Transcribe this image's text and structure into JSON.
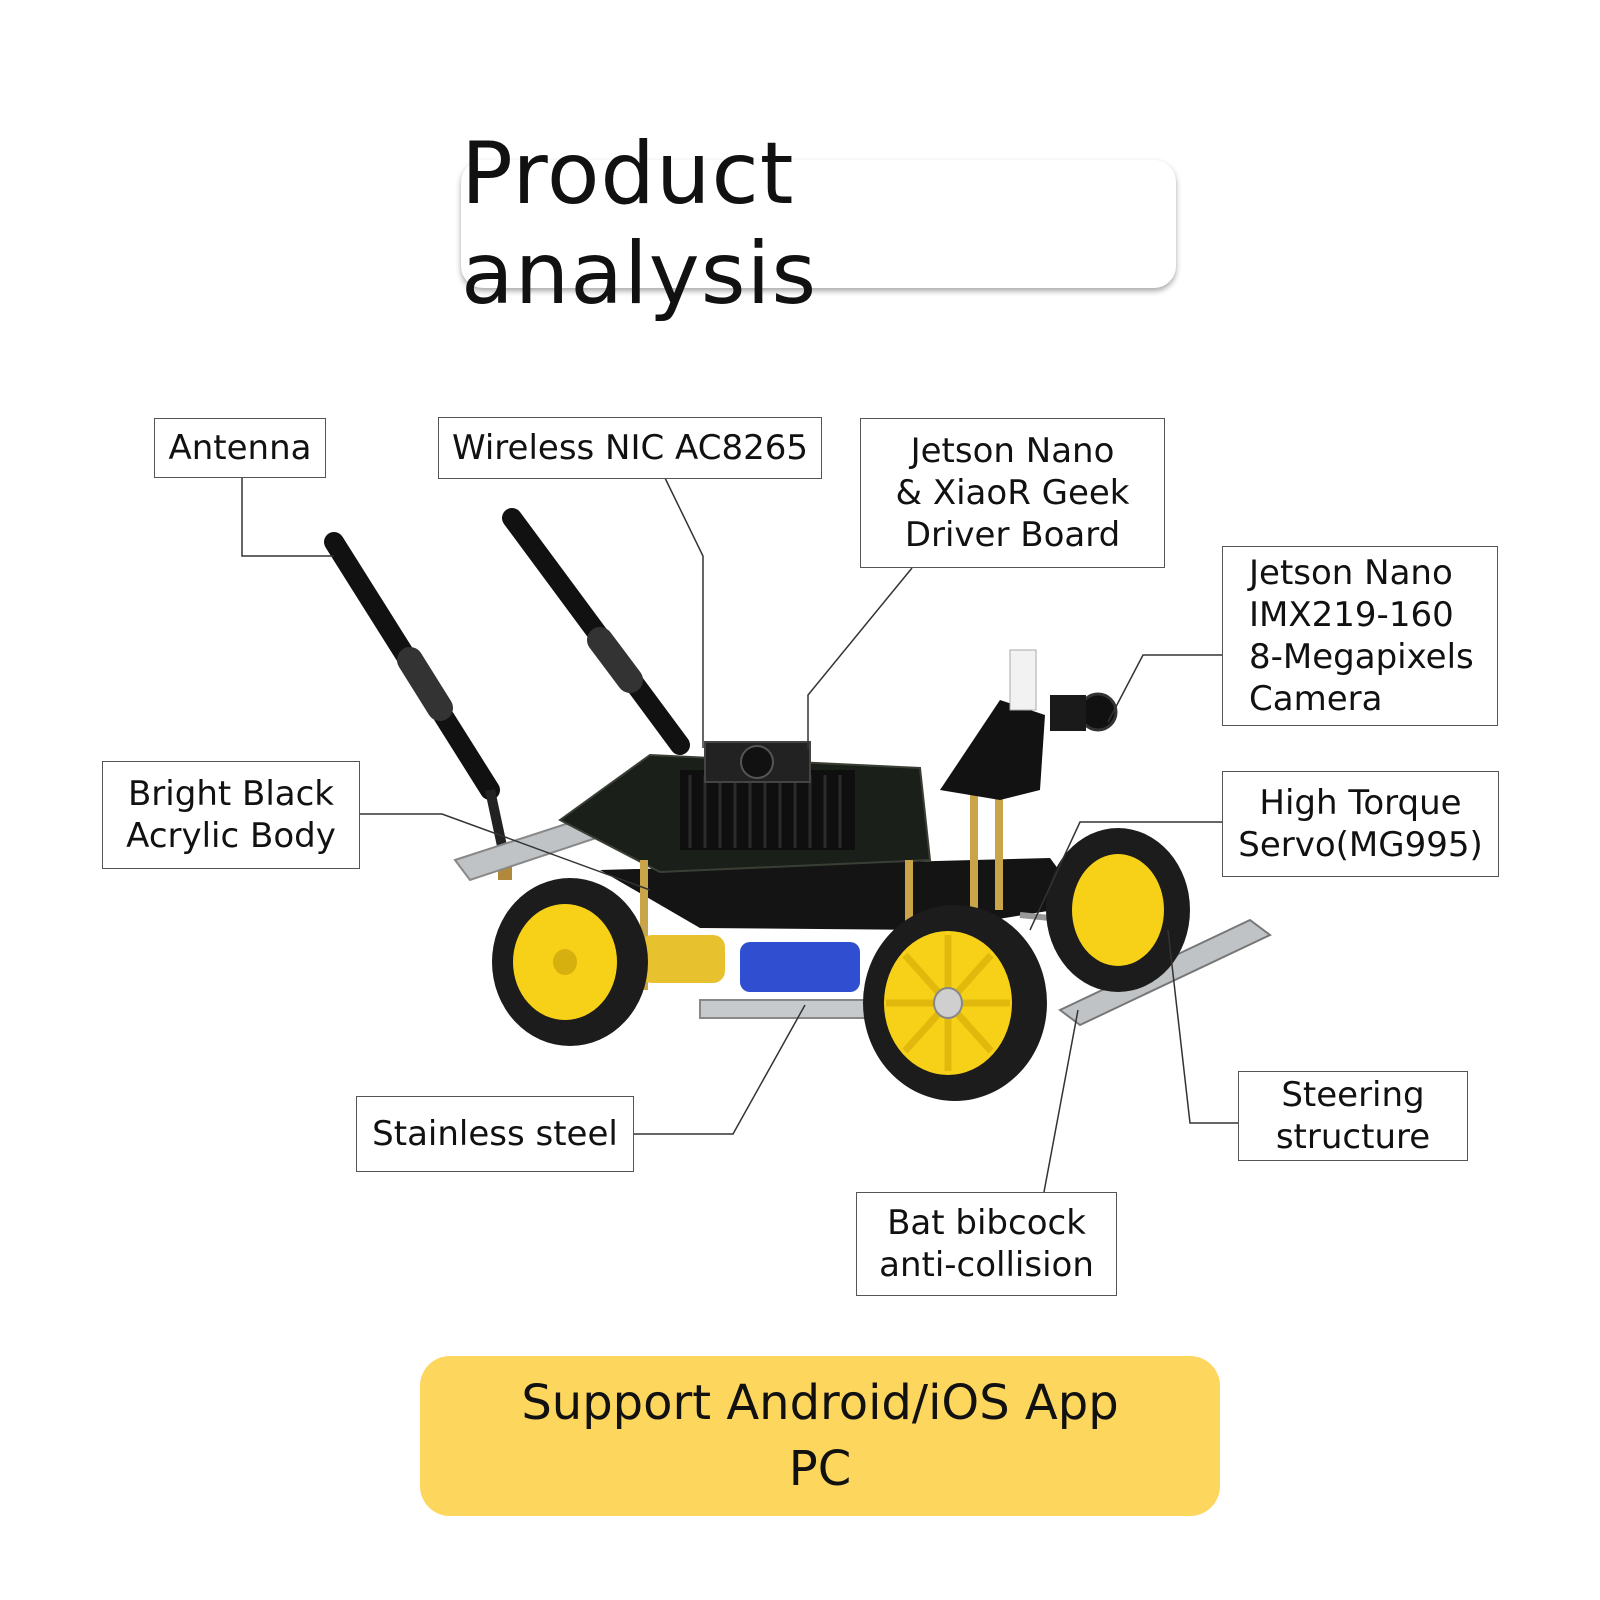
{
  "title": "Product analysis",
  "labels": {
    "antenna": "Antenna",
    "wireless_nic": "Wireless NIC AC8265",
    "jetson_board": "Jetson Nano\n& XiaoR Geek\nDriver Board",
    "camera": "Jetson Nano\nIMX219-160\n8-Megapixels\nCamera",
    "acrylic_body": "Bright Black\nAcrylic Body",
    "servo": "High Torque\nServo(MG995)",
    "stainless": "Stainless steel",
    "steering": "Steering\nstructure",
    "bumper": "Bat bibcock\nanti-collision"
  },
  "banner": {
    "line1": "Support Android/iOS App",
    "line2": "PC"
  },
  "colors": {
    "banner_bg": "#fdd65e",
    "wheel_rim": "#f7d117",
    "tire": "#1c1c1c",
    "acrylic": "#141414",
    "battery": "#2f4fd0"
  }
}
